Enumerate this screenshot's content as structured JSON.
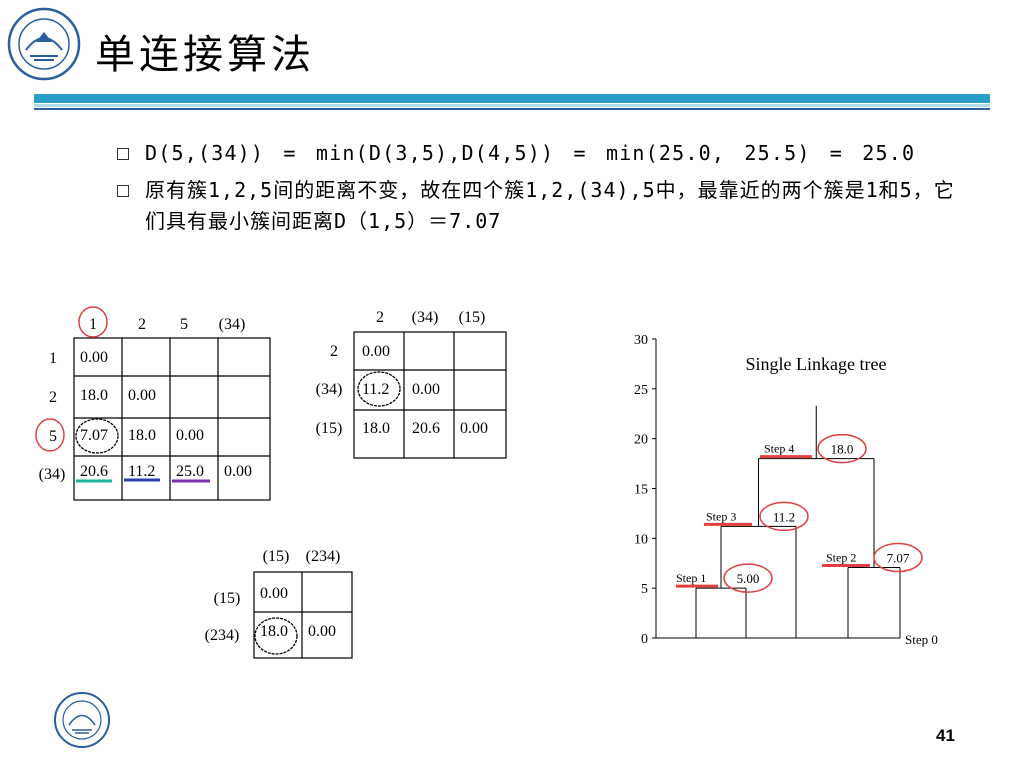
{
  "slide": {
    "title": "单连接算法",
    "page_number": "41",
    "bullets": [
      "D(5,(34)) = min(D(3,5),D(4,5)) = min(25.0, 25.5) = 25.0",
      "原有簇1,2,5间的距离不变，故在四个簇1,2,(34),5中，最靠近的两个簇是1和5，它们具有最小簇间距离D（1,5）＝7.07"
    ]
  },
  "matrix1": {
    "col_headers": [
      "1",
      "2",
      "5",
      "(34)"
    ],
    "row_headers": [
      "1",
      "2",
      "5",
      "(34)"
    ],
    "rows": [
      [
        "0.00",
        "",
        "",
        ""
      ],
      [
        "18.0",
        "0.00",
        "",
        ""
      ],
      [
        "7.07",
        "18.0",
        "0.00",
        ""
      ],
      [
        "20.6",
        "11.2",
        "25.0",
        "0.00"
      ]
    ]
  },
  "matrix2": {
    "col_headers": [
      "2",
      "(34)",
      "(15)"
    ],
    "row_headers": [
      "2",
      "(34)",
      "(15)"
    ],
    "rows": [
      [
        "0.00",
        "",
        ""
      ],
      [
        "11.2",
        "0.00",
        ""
      ],
      [
        "18.0",
        "20.6",
        "0.00"
      ]
    ]
  },
  "matrix3": {
    "col_headers": [
      "(15)",
      "(234)"
    ],
    "row_headers": [
      "(15)",
      "(234)"
    ],
    "rows": [
      [
        "0.00",
        ""
      ],
      [
        "18.0",
        "0.00"
      ]
    ]
  },
  "colors": {
    "header_bar": "#2b9ec9",
    "highlight_red": "#e04040",
    "underline_teal": "#1fb39a",
    "underline_blue": "#2a3fbf",
    "underline_purple": "#7a2fb3"
  },
  "chart_data": {
    "type": "dendrogram",
    "title": "Single Linkage tree",
    "ylim": [
      0,
      30
    ],
    "yticks": [
      0,
      5,
      10,
      15,
      20,
      25,
      30
    ],
    "merges": [
      {
        "label": "Step 1",
        "height": 5.0,
        "height_label": "5.00"
      },
      {
        "label": "Step 2",
        "height": 7.07,
        "height_label": "7.07"
      },
      {
        "label": "Step 3",
        "height": 11.2,
        "height_label": "11.2"
      },
      {
        "label": "Step 4",
        "height": 18.0,
        "height_label": "18.0"
      }
    ],
    "baseline_label": "Step 0"
  }
}
